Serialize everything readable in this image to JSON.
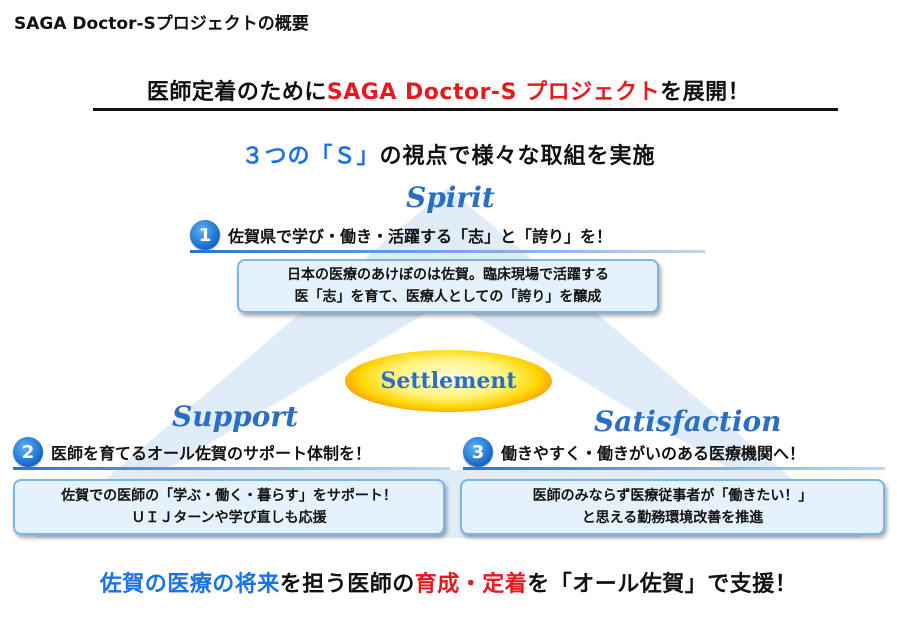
{
  "page_title": "SAGA Doctor-Sプロジェクトの概要",
  "headline": {
    "prefix": "医師定着のために",
    "highlight": "SAGA Doctor-S プロジェクト",
    "suffix": "を展開！"
  },
  "subheadline": {
    "highlight": "３つの「Ｓ」",
    "suffix": "の視点で様々な取組を実施"
  },
  "center_label": "Settlement",
  "points": [
    {
      "label": "Spirit",
      "number": "1",
      "title": "佐賀県で学び・働き・活躍する「志」と「誇り」を！",
      "description": "日本の医療のあけぼのは佐賀。臨床現場で活躍する\n医「志」を育て、医療人としての「誇り」を醸成"
    },
    {
      "label": "Support",
      "number": "2",
      "title": "医師を育てるオール佐賀のサポート体制を！",
      "description": "佐賀での医師の「学ぶ・働く・暮らす」をサポート！\nＵＩＪターンや学び直しも応援"
    },
    {
      "label": "Satisfaction",
      "number": "3",
      "title": "働きやすく・働きがいのある医療機関へ！",
      "description": "医師のみならず医療従事者が「働きたい！」\nと思える勤務環境改善を推進"
    }
  ],
  "footer": {
    "part1": "佐賀の医療の将来",
    "part2": "を担う医師の",
    "part3": "育成・定着",
    "part4": "を「オール佐賀」で支援！"
  },
  "colors": {
    "accent_red": "#e8191e",
    "accent_blue": "#1a73e8",
    "label_blue": "#2a6fc4",
    "box_fill": "#e5f1fc",
    "triangle_fill": "#dbeaf8"
  }
}
